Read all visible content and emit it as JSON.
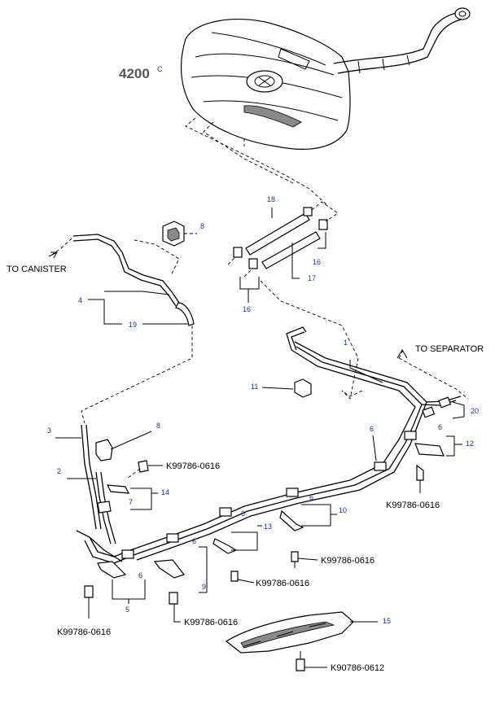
{
  "diagram": {
    "figure_number": "4200",
    "figure_suffix": "C",
    "labels": {
      "to_canister": "TO CANISTER",
      "to_separator": "TO SEPARATOR"
    },
    "callouts": {
      "c1": "1",
      "c2": "2",
      "c3": "3",
      "c4": "4",
      "c5": "5",
      "c6a": "6",
      "c6b": "6",
      "c6c": "6",
      "c6d": "6",
      "c6e": "6",
      "c6f": "6",
      "c7": "7",
      "c8a": "8",
      "c8b": "8",
      "c9": "9",
      "c10": "10",
      "c11": "11",
      "c12": "12",
      "c13": "13",
      "c14": "14",
      "c15": "15",
      "c16a": "16",
      "c16b": "16",
      "c17": "17",
      "c18": "18",
      "c19": "19",
      "c20": "20"
    },
    "part_codes": {
      "k1": "K99786-0616",
      "k2": "K99786-0616",
      "k3": "K99786-0616",
      "k4": "K99786-0616",
      "k5": "K99786-0616",
      "k6": "K99786-0616",
      "k7": "K90786-0612"
    },
    "colors": {
      "callout": "#1a2f8f",
      "line": "#000000"
    }
  }
}
